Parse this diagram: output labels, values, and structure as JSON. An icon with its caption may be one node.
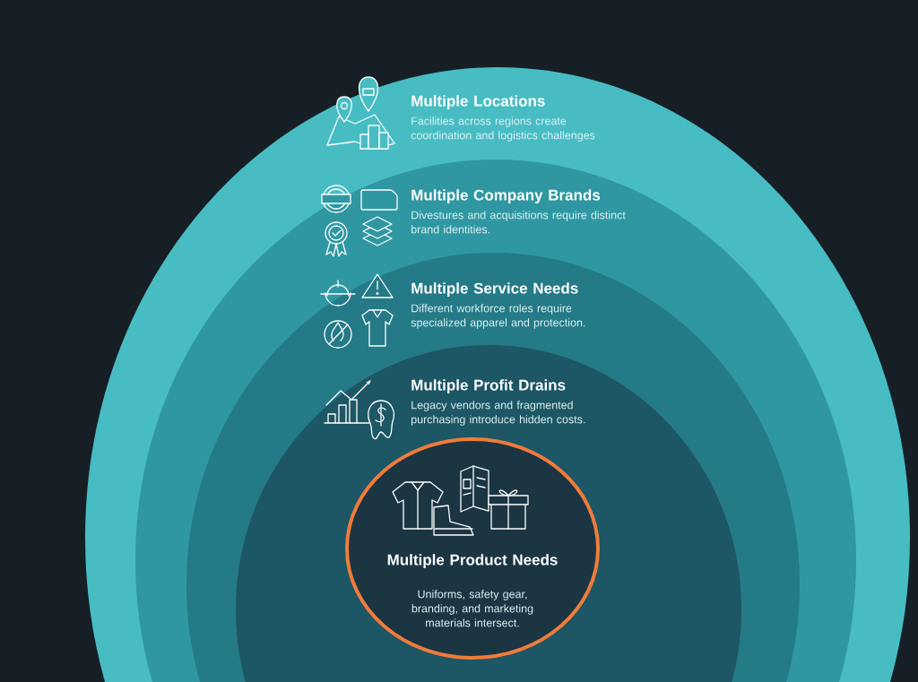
{
  "diagram": {
    "nodes": [
      {
        "text": [
          "Multiple Locations",
          "Facilities across regions create coordination and logistics challenges"
        ]
      },
      {
        "text": [
          "Multiple Company Brands",
          "Divestures and acquisitions require distinct brand identities."
        ],
        "in": 0
      },
      {
        "text": [
          "Multiple Service Needs",
          "Different workforce roles require specialized apparel and protection."
        ],
        "in": 1
      },
      {
        "text": [
          "Multiple Profit Drains",
          "Legacy vendors and fragmented purchasing introduce hidden costs."
        ],
        "in": 2
      },
      {
        "text": [
          "Multiple Product Needs",
          "Uniforms, safety gear, branding, and marketing materials intersect."
        ],
        "in": 3
      }
    ]
  }
}
